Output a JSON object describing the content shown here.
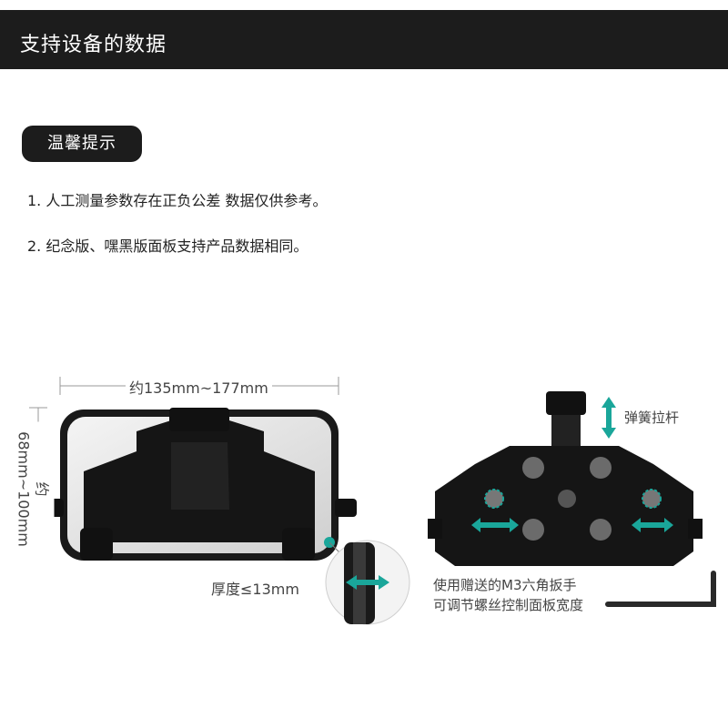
{
  "header": {
    "title": "支持设备的数据"
  },
  "notice": {
    "label": "温馨提示",
    "items": [
      "1. 人工测量参数存在正负公差 数据仅供参考。",
      "2.  纪念版、嘿黑版面板支持产品数据相同。"
    ]
  },
  "figure": {
    "width_label": "约135mm~177mm",
    "height_label": "约68mm~100mm",
    "thickness_label": "厚度≤13mm",
    "spring_label": "弹簧拉杆",
    "wrench_note_line1": "使用赠送的M3六角扳手",
    "wrench_note_line2": "可调节螺丝控制面板宽度"
  },
  "colors": {
    "header_bg": "#1c1c1c",
    "accent_teal": "#1aa69a",
    "holder_black": "#151515"
  }
}
